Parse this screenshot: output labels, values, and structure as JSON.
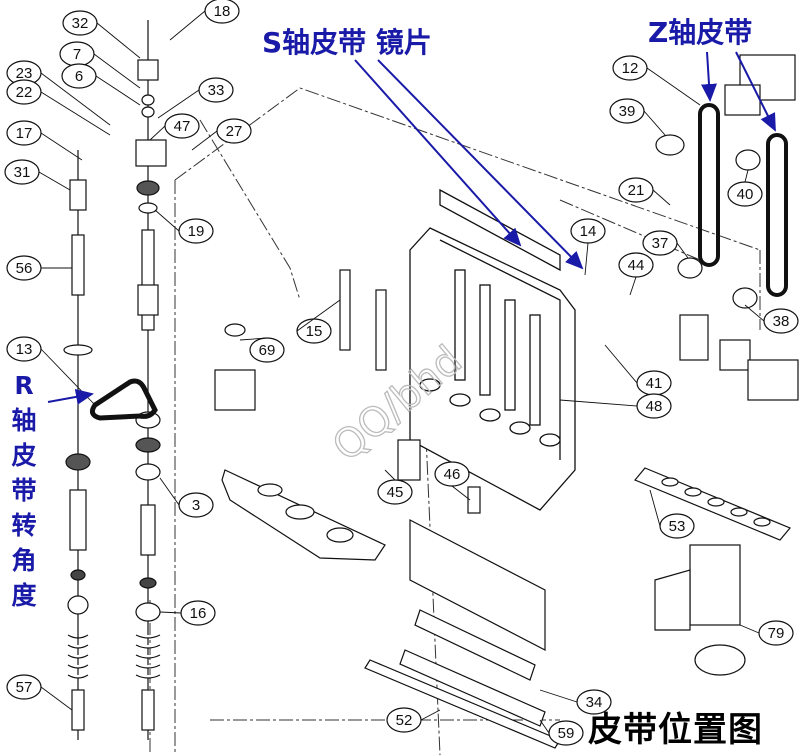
{
  "labels": {
    "s_axis": "S轴皮带 镜片",
    "z_axis": "Z轴皮带",
    "r_axis": "R轴皮带转角度",
    "footer": "皮带位置图",
    "watermark": "QQ/bhd"
  },
  "r_axis_chars": [
    "R",
    "轴",
    "皮",
    "带",
    "转",
    "角",
    "度"
  ],
  "callouts": [
    "32",
    "18",
    "7",
    "6",
    "23",
    "22",
    "33",
    "47",
    "27",
    "17",
    "31",
    "19",
    "12",
    "39",
    "21",
    "40",
    "14",
    "37",
    "44",
    "38",
    "56",
    "15",
    "69",
    "13",
    "41",
    "48",
    "3",
    "46",
    "45",
    "53",
    "16",
    "79",
    "57",
    "34",
    "52",
    "59"
  ],
  "colors": {
    "annotation_blue": "#1a1aa8",
    "line": "#111111",
    "background": "#ffffff"
  }
}
